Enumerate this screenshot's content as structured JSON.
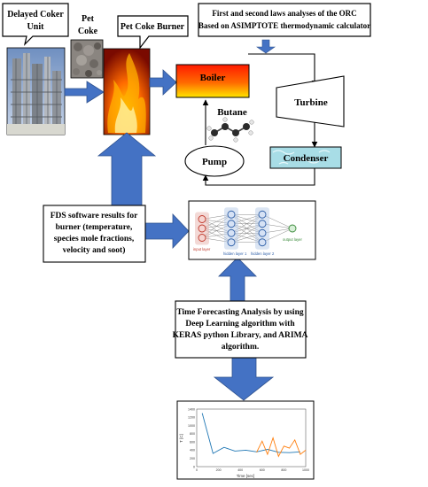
{
  "callouts": {
    "coker": [
      "Delayed Coker",
      "Unit"
    ],
    "petcoke": [
      "Pet",
      "Coke"
    ],
    "burner": "Pet Coke Burner",
    "orc": [
      "First and second laws analyses of the ORC",
      "Based on ASIMPTOTE thermodynamic calculator"
    ]
  },
  "components": {
    "boiler": "Boiler",
    "butane": "Butane",
    "turbine": "Turbine",
    "pump": "Pump",
    "condenser": "Condenser"
  },
  "fds_text": [
    "FDS software results for",
    "burner (temperature,",
    "species mole fractions,",
    "velocity and soot)"
  ],
  "nn": {
    "input_label": "input layer",
    "hidden1_label": "hidden layer 1",
    "hidden2_label": "hidden layer 2",
    "output_label": "output layer"
  },
  "forecast_text": [
    "Time Forecasting Analysis by using",
    "Deep Learning algorithm with",
    "KERAS python Library, and ARIMA",
    "algorithm."
  ],
  "chart_data": {
    "type": "line",
    "title": "",
    "xlabel": "Time [sec]",
    "ylabel": "T [C]",
    "xlim": [
      0,
      10000
    ],
    "ylim": [
      0,
      1400
    ],
    "xticks": [
      "0",
      "200",
      "400",
      "600",
      "800",
      "1000"
    ],
    "yticks": [
      "0",
      "200",
      "400",
      "600",
      "800",
      "1000",
      "1200",
      "1400"
    ],
    "series": [
      {
        "name": "",
        "color": "#1f77b4",
        "x": [
          50,
          150,
          250,
          350,
          450,
          550,
          650,
          750,
          850,
          950
        ],
        "y": [
          1300,
          320,
          470,
          380,
          400,
          360,
          420,
          350,
          340,
          360
        ]
      },
      {
        "name": "",
        "color": "#ff7f0e",
        "x": [
          550,
          600,
          650,
          700,
          750,
          800,
          850,
          900,
          950,
          1000
        ],
        "y": [
          350,
          620,
          300,
          700,
          250,
          500,
          450,
          650,
          300,
          400
        ]
      }
    ]
  }
}
